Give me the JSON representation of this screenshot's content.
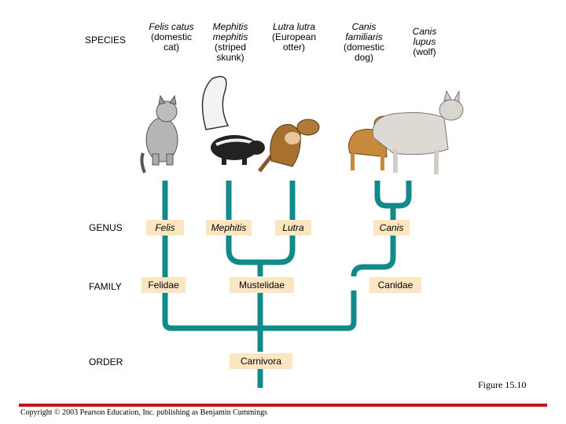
{
  "ranks": {
    "species": "SPECIES",
    "genus": "GENUS",
    "family": "FAMILY",
    "order": "ORDER"
  },
  "species": [
    {
      "scientific": "Felis catus",
      "common": "(domestic cat)"
    },
    {
      "scientific": "Mephitis mephitis",
      "common": "(striped skunk)"
    },
    {
      "scientific": "Lutra lutra",
      "common": "(European otter)"
    },
    {
      "scientific": "Canis familiaris",
      "common": "(domestic dog)"
    },
    {
      "scientific": "Canis lupus",
      "common": "(wolf)"
    }
  ],
  "genera": [
    "Felis",
    "Mephitis",
    "Lutra",
    "Canis"
  ],
  "families": [
    "Felidae",
    "Mustelidae",
    "Canidae"
  ],
  "order": "Carnivora",
  "figure_label": "Figure 15.10",
  "copyright": "Copyright © 2003 Pearson Education, Inc. publishing as Benjamin Cummings",
  "colors": {
    "branch": "#138a8a",
    "label_box": "#fce6c2",
    "rule": "#c0141c"
  }
}
